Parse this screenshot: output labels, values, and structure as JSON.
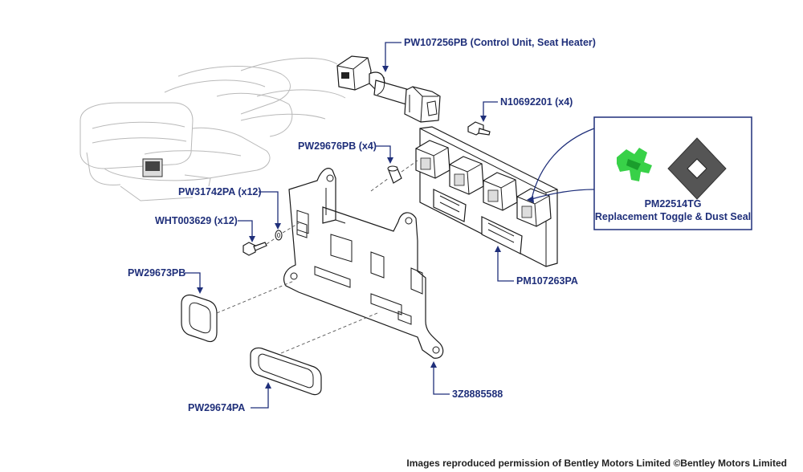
{
  "parts": [
    {
      "id": "control_unit",
      "label": "PW107256PB (Control Unit, Seat Heater)"
    },
    {
      "id": "screw_n",
      "label": "N10692201 (x4)"
    },
    {
      "id": "spacer",
      "label": "PW29676PB (x4)"
    },
    {
      "id": "nut",
      "label": "PW31742PA (x12)"
    },
    {
      "id": "washer",
      "label": "WHT003629 (x12)"
    },
    {
      "id": "bezel_small",
      "label": "PW29673PB"
    },
    {
      "id": "bezel_large",
      "label": "PW29674PA"
    },
    {
      "id": "bracket",
      "label": "3Z8885588"
    },
    {
      "id": "switch_pack",
      "label": "PM107263PA"
    }
  ],
  "callout": {
    "part_no": "PM22514TG",
    "description": "Replacement Toggle & Dust Seal",
    "colors": {
      "toggle": "#38d148",
      "seal": "#555555"
    }
  },
  "credit": "Images reproduced permission of Bentley Motors Limited ©Bentley Motors Limited",
  "colors": {
    "label": "#1f2f7a",
    "line": "#1a1a1a",
    "seat": "#b9b9b9"
  }
}
